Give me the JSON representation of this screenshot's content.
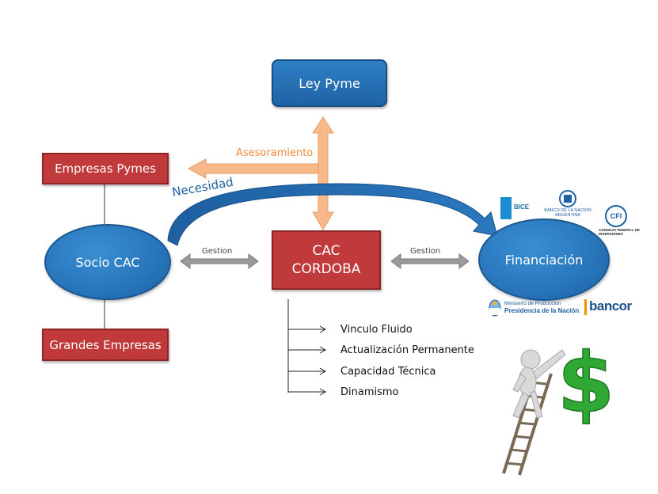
{
  "nodes": {
    "ley_pyme": "Ley Pyme",
    "empresas_pymes": "Empresas Pymes",
    "grandes_empresas": "Grandes Empresas",
    "socio_cac": "Socio CAC",
    "cac_cordoba_line1": "CAC",
    "cac_cordoba_line2": "CORDOBA",
    "financiacion": "Financiación"
  },
  "edge_labels": {
    "asesoramiento": "Asesoramiento",
    "necesidad": "Necesidad",
    "gestion_left": "Gestion",
    "gestion_right": "Gestion"
  },
  "list_items": [
    "Vinculo Fluido",
    "Actualización Permanente",
    "Capacidad Técnica",
    "Dinamismo"
  ],
  "logos": {
    "bice": "BICE",
    "banco_nacion": "BANCO DE LA NACION ARGENTINA",
    "cfi": "CFI",
    "cfi_caption": "CONSEJO FEDERAL DE INVERSIONES",
    "ministerio_line1": "Ministerio de Producción",
    "ministerio_line2": "Presidencia de la Nación",
    "bancor": "bancor"
  },
  "illustration": {
    "symbol": "$"
  },
  "colors": {
    "red_box": "#c0393b",
    "blue_box": "#1f63a6",
    "orange_arrow": "#f7b98a",
    "gray_arrow": "#8c8c8c",
    "dollar_green": "#2fa834"
  }
}
